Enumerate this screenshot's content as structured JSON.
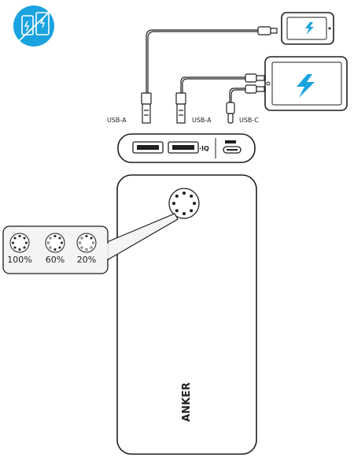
{
  "icon": {
    "name": "phone-tablet-charging-icon",
    "bg_color": "#1aa3df"
  },
  "ports": {
    "usb_a_1": "USB-A",
    "usb_a_2": "USB-A",
    "usb_c": "USB-C",
    "iq_label": "·IQ"
  },
  "indicator": {
    "levels": [
      {
        "label": "100%",
        "lit_dots": 8,
        "total_dots": 8
      },
      {
        "label": "60%",
        "lit_dots": 5,
        "total_dots": 8
      },
      {
        "label": "20%",
        "lit_dots": 2,
        "total_dots": 8
      }
    ]
  },
  "device": {
    "brand": "ANKER"
  },
  "colors": {
    "stroke": "#1f1f1f",
    "accent": "#1aa3df",
    "panel": "#f4f4f4"
  }
}
